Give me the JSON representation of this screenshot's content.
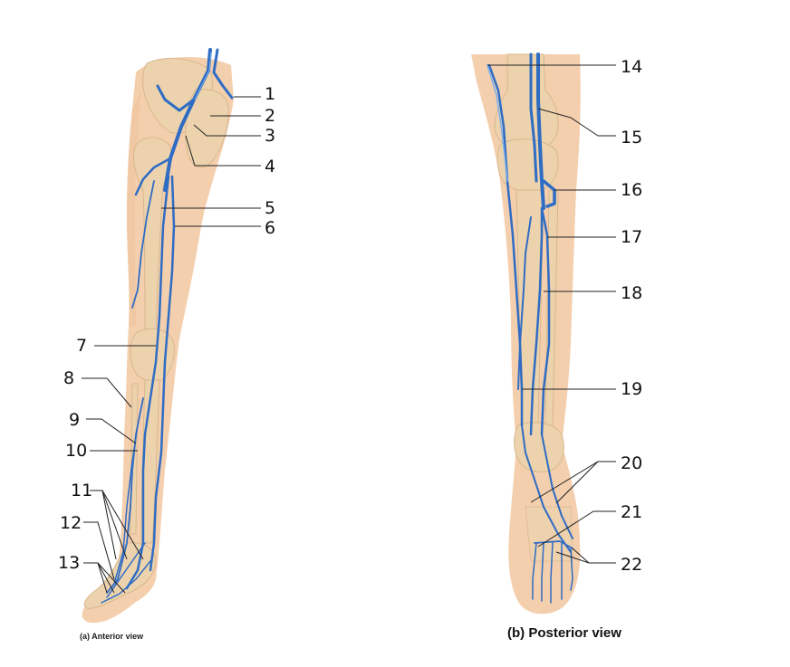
{
  "captions": {
    "anterior": "(a) Anterior view",
    "posterior": "(b) Posterior view"
  },
  "labels_left": [
    "1",
    "2",
    "3",
    "4",
    "5",
    "6",
    "7",
    "8",
    "9",
    "10",
    "11",
    "12",
    "13"
  ],
  "labels_right": [
    "14",
    "15",
    "16",
    "17",
    "18",
    "19",
    "20",
    "21",
    "22"
  ],
  "colors": {
    "vein": "#2f6cc4",
    "skin": "#f4cfae",
    "bone": "#ecd3ad"
  }
}
